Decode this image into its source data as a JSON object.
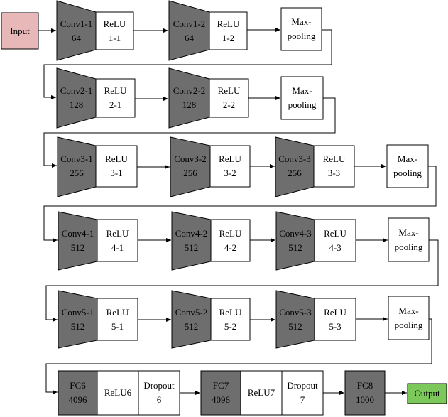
{
  "input": "Input",
  "output": "Output",
  "row1": {
    "conv1": [
      "Conv1-1",
      "64"
    ],
    "relu1": [
      "ReLU",
      "1-1"
    ],
    "conv2": [
      "Conv1-2",
      "64"
    ],
    "relu2": [
      "ReLU",
      "1-2"
    ],
    "pool": [
      "Max-",
      "pooling"
    ]
  },
  "row2": {
    "conv1": [
      "Conv2-1",
      "128"
    ],
    "relu1": [
      "ReLU",
      "2-1"
    ],
    "conv2": [
      "Conv2-2",
      "128"
    ],
    "relu2": [
      "ReLU",
      "2-2"
    ],
    "pool": [
      "Max-",
      "pooling"
    ]
  },
  "row3": {
    "conv1": [
      "Conv3-1",
      "256"
    ],
    "relu1": [
      "ReLU",
      "3-1"
    ],
    "conv2": [
      "Conv3-2",
      "256"
    ],
    "relu2": [
      "ReLU",
      "3-2"
    ],
    "conv3": [
      "Conv3-3",
      "256"
    ],
    "relu3": [
      "ReLU",
      "3-3"
    ],
    "pool": [
      "Max-",
      "pooling"
    ]
  },
  "row4": {
    "conv1": [
      "Conv4-1",
      "512"
    ],
    "relu1": [
      "ReLU",
      "4-1"
    ],
    "conv2": [
      "Conv4-2",
      "512"
    ],
    "relu2": [
      "ReLU",
      "4-2"
    ],
    "conv3": [
      "Conv4-3",
      "512"
    ],
    "relu3": [
      "ReLU",
      "4-3"
    ],
    "pool": [
      "Max-",
      "pooling"
    ]
  },
  "row5": {
    "conv1": [
      "Conv5-1",
      "512"
    ],
    "relu1": [
      "ReLU",
      "5-1"
    ],
    "conv2": [
      "Conv5-2",
      "512"
    ],
    "relu2": [
      "ReLU",
      "5-2"
    ],
    "conv3": [
      "Conv5-3",
      "512"
    ],
    "relu3": [
      "ReLU",
      "5-3"
    ],
    "pool": [
      "Max-",
      "pooling"
    ]
  },
  "row6": {
    "fc6": [
      "FC6",
      "4096"
    ],
    "relu6": [
      "ReLU6"
    ],
    "drop6": [
      "Dropout",
      "6"
    ],
    "fc7": [
      "FC7",
      "4096"
    ],
    "relu7": [
      "ReLU7"
    ],
    "drop7": [
      "Dropout",
      "7"
    ],
    "fc8": [
      "FC8",
      "1000"
    ]
  },
  "colors": {
    "conv": "#6e6e6e",
    "input_fill": "#e8b7b8",
    "output_fill": "#7cc85a",
    "box_stroke": "#000000"
  }
}
